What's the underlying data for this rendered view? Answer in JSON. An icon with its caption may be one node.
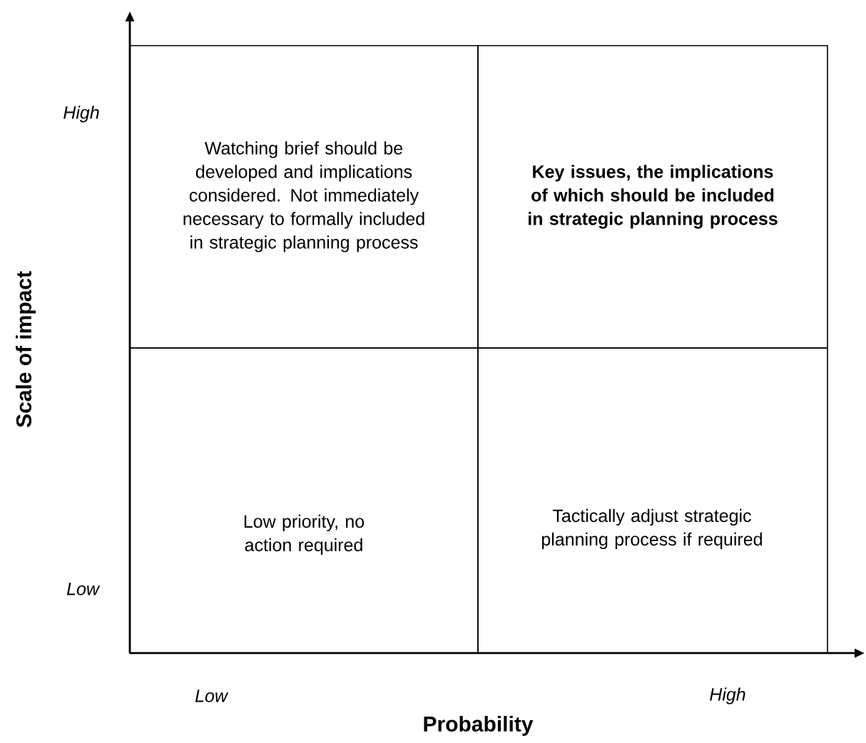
{
  "diagram": {
    "nodes": [
      {
        "text": [
          "Watching brief should be developed and implications considered. Not immediately necessary to formally included in strategic planning process"
        ]
      },
      {
        "text": [
          "Key issues, the implications of which should be included in strategic planning process"
        ]
      },
      {
        "text": [
          "Low priority, no action required"
        ]
      },
      {
        "text": [
          "Tactically adjust strategic planning process if required"
        ]
      }
    ],
    "labels": [
      "High",
      "Scale of impact",
      "Low",
      "Low",
      "High",
      "Probability"
    ]
  }
}
